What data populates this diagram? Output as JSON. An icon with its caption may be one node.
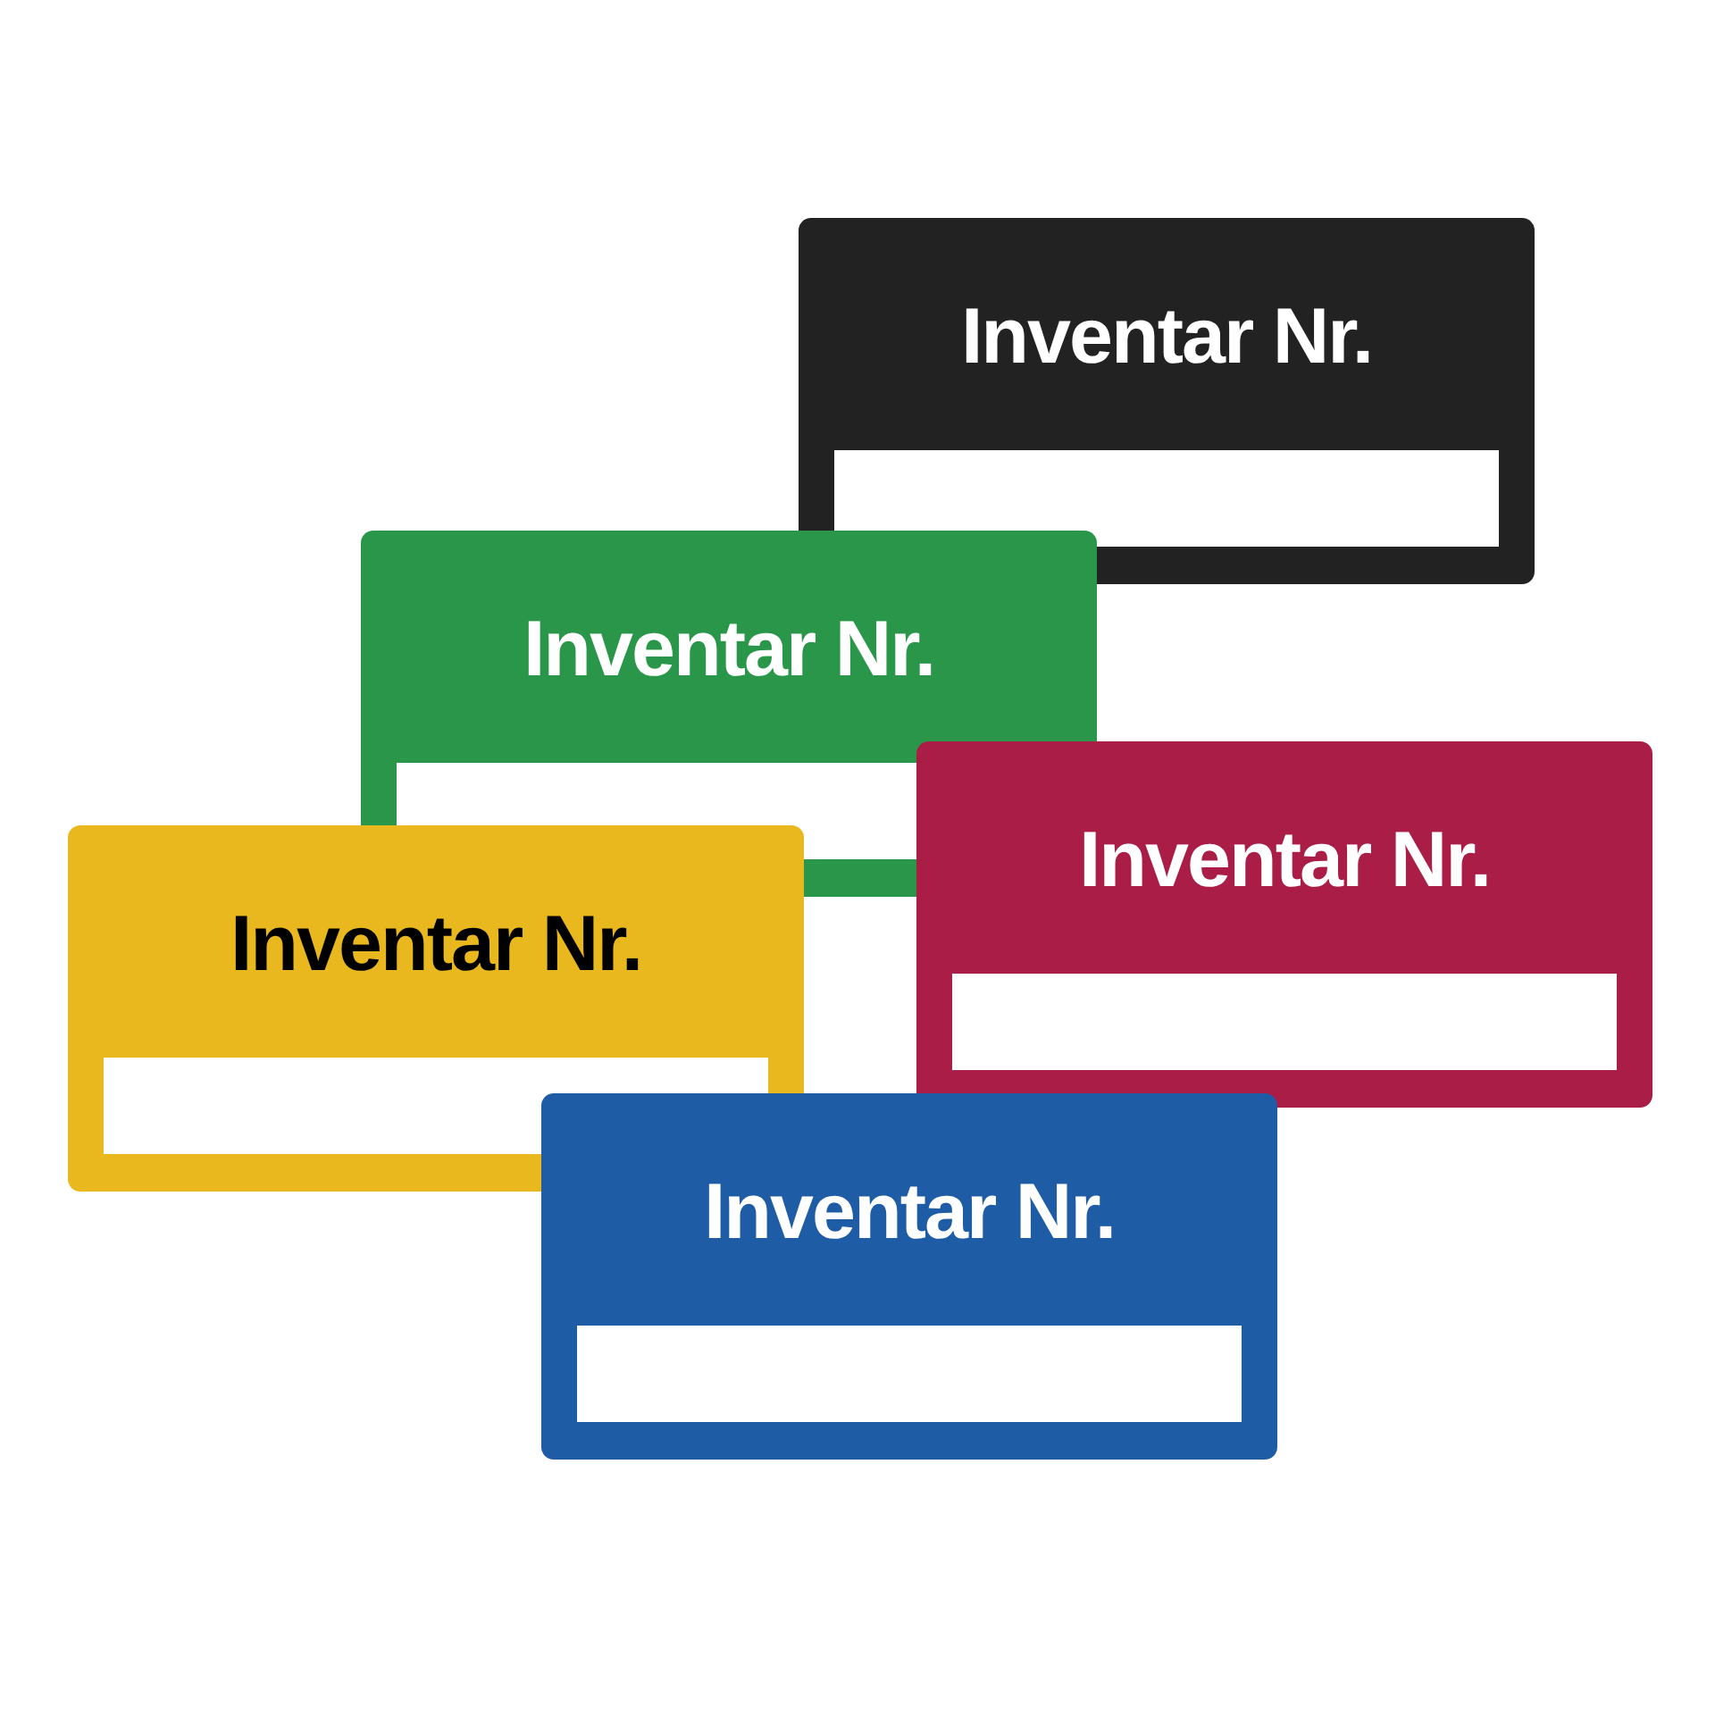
{
  "diagram": {
    "nodes": [
      {
        "text": [
          "Inventar Nr."
        ]
      },
      {
        "text": [
          "Inventar Nr."
        ]
      },
      {
        "text": [
          "Inventar Nr."
        ]
      },
      {
        "text": [
          "Inventar Nr."
        ]
      },
      {
        "text": [
          "Inventar Nr."
        ]
      }
    ],
    "edges": []
  }
}
